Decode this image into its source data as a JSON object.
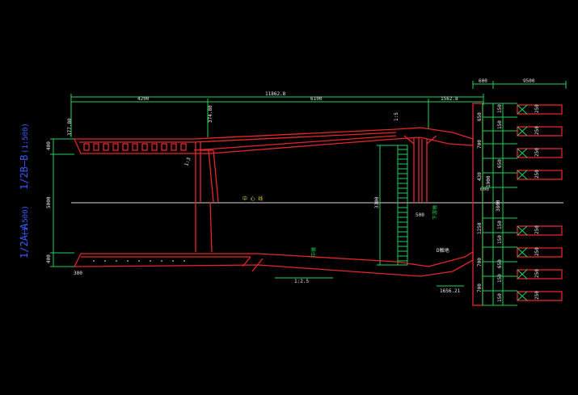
{
  "dimensions": {
    "total": "11862.8",
    "seg_4200": "4200",
    "seg_6100": "6100",
    "seg_1562": "1562.8",
    "top_600": "600",
    "top_9500": "9500",
    "left_400_top": "400",
    "left_5000": "5000",
    "left_400_bot": "400",
    "mid_3300": "3300",
    "mid_500": "500",
    "mid_600": "600",
    "bottom_300": "300",
    "right_1900": "1900",
    "right_3800": "3800",
    "bottom_1656": "1656.21",
    "el_left": "377.80",
    "el_mid": "374.80"
  },
  "right_dims": [
    "650",
    "150",
    "700",
    "150",
    "650",
    "430",
    "1250",
    "150",
    "700",
    "150",
    "650",
    "150",
    "700",
    "150",
    "650",
    "250"
  ],
  "pile_labels": [
    "250",
    "250",
    "250",
    "250",
    "250",
    "250",
    "250",
    "250"
  ],
  "labels": {
    "section_top": "1/2B—B",
    "section_top_scale": "(1:500)",
    "section_bottom": "1/2A—A",
    "section_bottom_scale": "(1:500)",
    "slope_1": "1:3",
    "slope_2": "1:5",
    "centerline": "中 心 线",
    "note_1": "中墩",
    "note_2": "下游墩",
    "note_3": "D触地",
    "note_4": "1:2.5"
  }
}
